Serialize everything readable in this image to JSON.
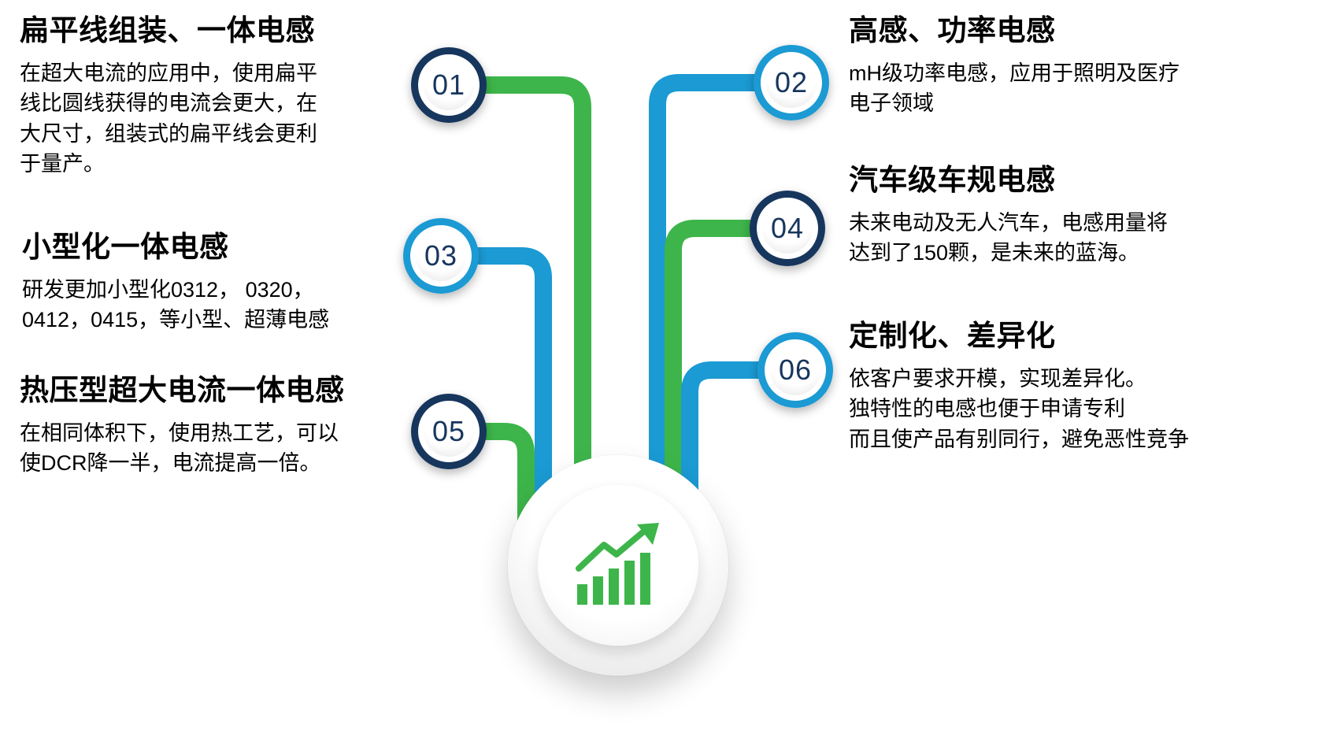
{
  "colors": {
    "navy": "#17365d",
    "blue": "#1b9ad3",
    "green": "#3db54a",
    "text": "#000000"
  },
  "center": {
    "icon": "growth-bar-chart-icon"
  },
  "items": [
    {
      "number": "01",
      "ring": "navy",
      "side": "left",
      "title": "扁平线组装、一体电感",
      "body": "在超大电流的应用中，使用扁平\n线比圆线获得的电流会更大，在\n大尺寸，组装式的扁平线会更利\n于量产。"
    },
    {
      "number": "02",
      "ring": "blue",
      "side": "right",
      "title": "高感、功率电感",
      "body": "mH级功率电感，应用于照明及医疗\n电子领域"
    },
    {
      "number": "03",
      "ring": "blue",
      "side": "left",
      "title": "小型化一体电感",
      "body": "研发更加小型化0312， 0320，\n0412，0415，等小型、超薄电感"
    },
    {
      "number": "04",
      "ring": "navy",
      "side": "right",
      "title": "汽车级车规电感",
      "body": "未来电动及无人汽车，电感用量将\n达到了150颗，是未来的蓝海。"
    },
    {
      "number": "05",
      "ring": "navy",
      "side": "left",
      "title": "热压型超大电流一体电感",
      "body": "在相同体积下，使用热工艺，可以\n使DCR降一半，电流提高一倍。"
    },
    {
      "number": "06",
      "ring": "blue",
      "side": "right",
      "title": "定制化、差异化",
      "body": "依客户要求开模，实现差异化。\n独特性的电感也便于申请专利\n而且使产品有别同行，避免恶性竞争"
    }
  ]
}
